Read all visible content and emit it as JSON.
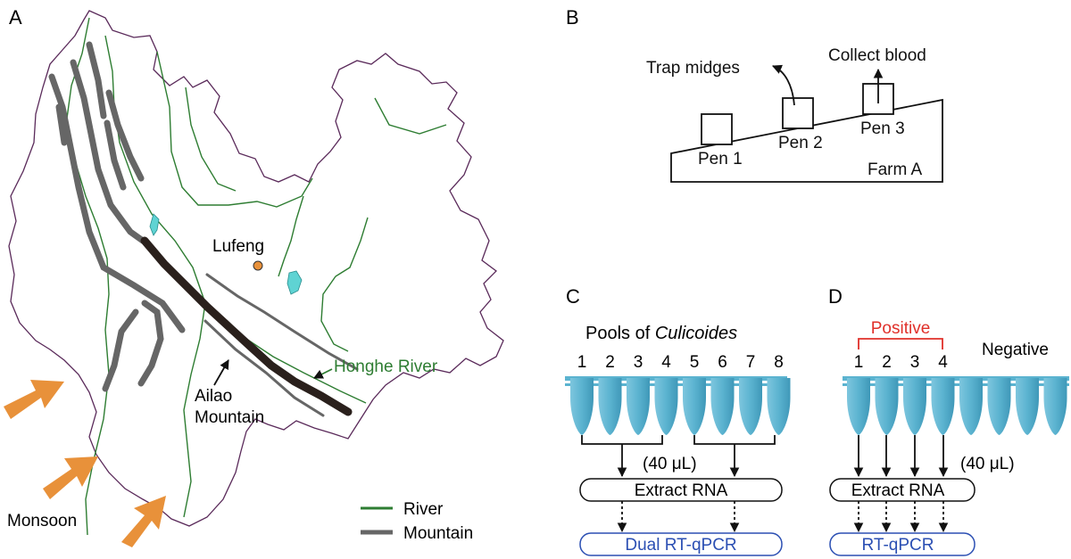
{
  "panel_a": {
    "letter": "A",
    "city_label": "Lufeng",
    "river_label": "Honghe River",
    "mountain_label_1": "Ailao",
    "mountain_label_2": "Mountain",
    "monsoon_label": "Monsoon",
    "legend": {
      "river": "River",
      "mountain": "Mountain"
    },
    "colors": {
      "river": "#2e7d32",
      "mountain": "#666666",
      "ailao": "#2a201c",
      "arrow": "#e8913a",
      "lake": "#5fd3d3",
      "border": "#5a2a5a",
      "city": "#e8913a"
    }
  },
  "panel_b": {
    "letter": "B",
    "trap_label": "Trap midges",
    "collect_label": "Collect blood",
    "pens": [
      "Pen 1",
      "Pen 2",
      "Pen 3"
    ],
    "farm_label": "Farm A"
  },
  "panel_c": {
    "letter": "C",
    "title_prefix": "Pools of ",
    "title_italic": "Culicoides",
    "tubes": [
      "1",
      "2",
      "3",
      "4",
      "5",
      "6",
      "7",
      "8"
    ],
    "volume": "(40 μL)",
    "extract": "Extract RNA",
    "assay": "Dual RT-qPCR",
    "colors": {
      "tube": "#5bb3d0",
      "assay": "#2b4fb3"
    }
  },
  "panel_d": {
    "letter": "D",
    "positive": "Positive",
    "negative": "Negative",
    "tubes": [
      "1",
      "2",
      "3",
      "4"
    ],
    "volume": "(40 μL)",
    "extract": "Extract RNA",
    "assay": "RT-qPCR",
    "colors": {
      "positive": "#e0302a",
      "assay": "#2b4fb3"
    }
  }
}
